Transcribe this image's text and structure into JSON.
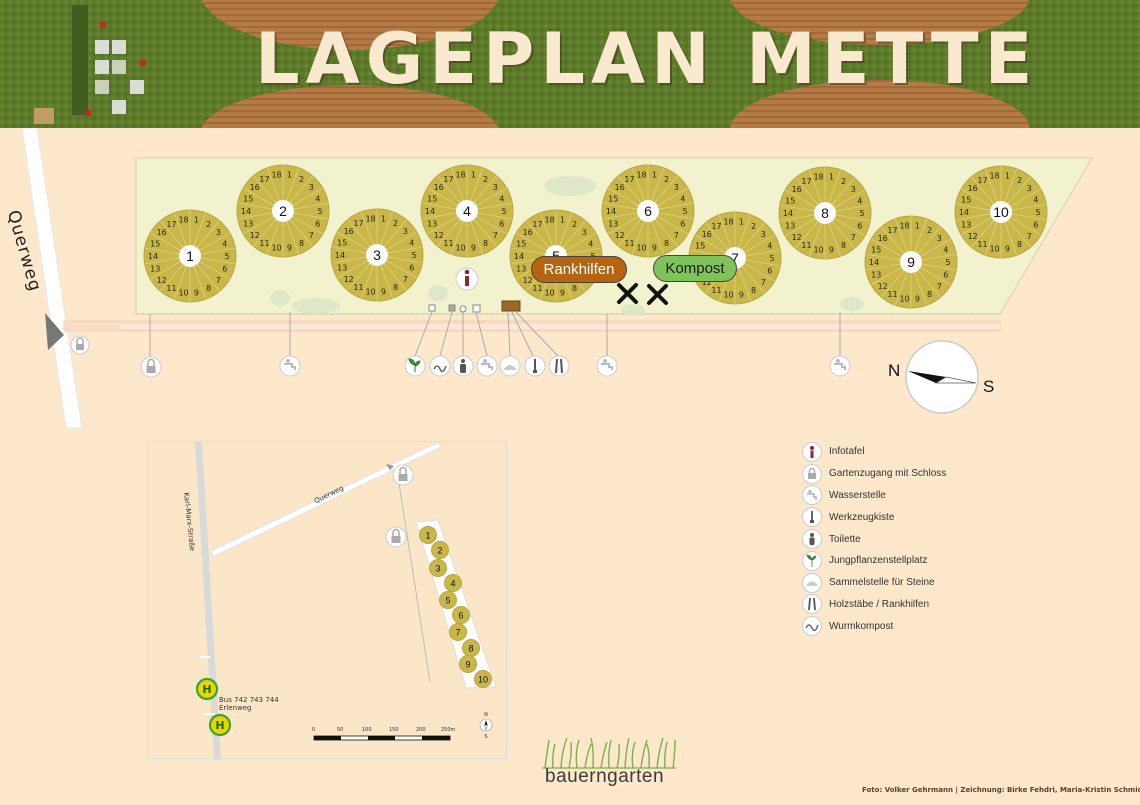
{
  "title": "LAGEPLAN METTE",
  "main_map": {
    "road_name": "Querweg",
    "beds": [
      {
        "label": "1",
        "segments": [
          "1",
          "2",
          "3",
          "4",
          "5",
          "6",
          "7",
          "8",
          "9",
          "10",
          "11",
          "12",
          "13",
          "14",
          "15",
          "16",
          "17",
          "18"
        ]
      },
      {
        "label": "2",
        "segments": [
          "1",
          "2",
          "3",
          "4",
          "5",
          "6",
          "7",
          "8",
          "9",
          "10",
          "11",
          "12",
          "13",
          "14",
          "15",
          "16",
          "17",
          "18"
        ]
      },
      {
        "label": "3",
        "segments": [
          "1",
          "2",
          "3",
          "4",
          "5",
          "6",
          "7",
          "8",
          "9",
          "10",
          "11",
          "12",
          "13",
          "14",
          "15",
          "16",
          "17",
          "18"
        ]
      },
      {
        "label": "4",
        "segments": [
          "1",
          "2",
          "3",
          "4",
          "5",
          "6",
          "7",
          "8",
          "9",
          "10",
          "11",
          "12",
          "13",
          "14",
          "15",
          "16",
          "17",
          "18"
        ]
      },
      {
        "label": "5",
        "segments": [
          "1",
          "2",
          "3",
          "4",
          "5",
          "6",
          "7",
          "8",
          "9",
          "10",
          "11",
          "12",
          "13",
          "14",
          "15",
          "16",
          "17",
          "18"
        ]
      },
      {
        "label": "6",
        "segments": [
          "1",
          "2",
          "3",
          "4",
          "5",
          "6",
          "7",
          "8",
          "9",
          "10",
          "11",
          "12",
          "13",
          "14",
          "15",
          "16",
          "17",
          "18"
        ]
      },
      {
        "label": "7",
        "segments": [
          "1",
          "2",
          "3",
          "4",
          "5",
          "6",
          "7",
          "8",
          "9",
          "10",
          "11",
          "12",
          "13",
          "14",
          "15",
          "16",
          "17",
          "18"
        ]
      },
      {
        "label": "8",
        "segments": [
          "1",
          "2",
          "3",
          "4",
          "5",
          "6",
          "7",
          "8",
          "9",
          "10",
          "11",
          "12",
          "13",
          "14",
          "15",
          "16",
          "17",
          "18"
        ]
      },
      {
        "label": "9",
        "segments": [
          "1",
          "2",
          "3",
          "4",
          "5",
          "6",
          "7",
          "8",
          "9",
          "10",
          "11",
          "12",
          "13",
          "14",
          "15",
          "16",
          "17",
          "18"
        ]
      },
      {
        "label": "10",
        "segments": [
          "1",
          "2",
          "3",
          "4",
          "5",
          "6",
          "7",
          "8",
          "9",
          "10",
          "11",
          "12",
          "13",
          "14",
          "15",
          "16",
          "17",
          "18"
        ]
      }
    ],
    "rankhilfen_label": "Rankhilfen",
    "kompost_label": "Kompost",
    "compass_n": "N",
    "compass_s": "S"
  },
  "inset_map": {
    "street_main": "Karl-Marx-Straße",
    "street_cross": "Querweg",
    "bus_lines": "Bus 742   743   744",
    "bus_stop": "Erlenweg",
    "stop_symbol": "H",
    "beds": [
      "1",
      "2",
      "3",
      "4",
      "5",
      "6",
      "7",
      "8",
      "9",
      "10"
    ],
    "scale_labels": [
      "0",
      "50",
      "100",
      "150",
      "200",
      "250m"
    ],
    "north_letter": "N",
    "south_letter": "S"
  },
  "legend": [
    {
      "icon": "info-icon",
      "label": "Infotafel"
    },
    {
      "icon": "lock-icon",
      "label": "Gartenzugang mit Schloss"
    },
    {
      "icon": "water-tap-icon",
      "label": "Wasserstelle"
    },
    {
      "icon": "toolbox-icon",
      "label": "Werkzeugkiste"
    },
    {
      "icon": "toilet-icon",
      "label": "Toilette"
    },
    {
      "icon": "seedling-icon",
      "label": "Jungpflanzenstellplatz"
    },
    {
      "icon": "stones-icon",
      "label": "Sammelstelle für Steine"
    },
    {
      "icon": "sticks-icon",
      "label": "Holzstäbe / Rankhilfen"
    },
    {
      "icon": "worm-icon",
      "label": "Wurmkompost"
    }
  ],
  "brand": "bauerngarten",
  "credits": "Foto: Volker Gehrmann | Zeichnung: Birke Fehdri, Maria-Kristin Schmidt",
  "colors": {
    "background": "#fde8cc",
    "bed_fill": "#c9b74a",
    "garden_area": "#f3f2cf",
    "info_red": "#8a2a2a",
    "rankhilfen": "#b5650f",
    "kompost": "#7fc45a",
    "bus_stop": "#e9d500"
  }
}
